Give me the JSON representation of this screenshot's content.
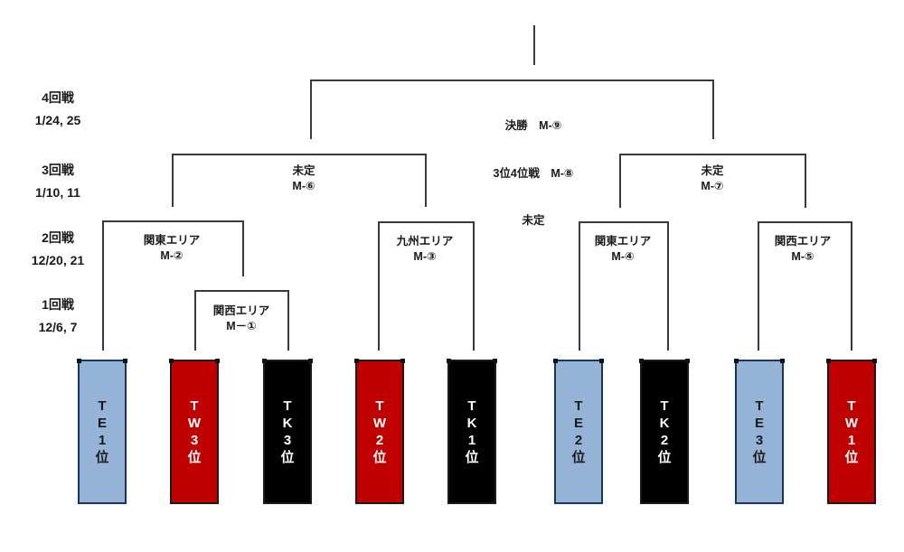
{
  "rounds": [
    {
      "name": "4回戦",
      "dates": "1/24, 25"
    },
    {
      "name": "3回戦",
      "dates": "1/10, 11"
    },
    {
      "name": "2回戦",
      "dates": "12/20, 21"
    },
    {
      "name": "1回戦",
      "dates": "12/6, 7"
    }
  ],
  "final": {
    "line1": "決勝　M-⑨",
    "line2": "3位4位戦　M-⑧",
    "line3": "未定"
  },
  "matches": [
    {
      "id": "m1",
      "area": "関西エリア",
      "code": "M－①"
    },
    {
      "id": "m2",
      "area": "関東エリア",
      "code": "M-②"
    },
    {
      "id": "m3",
      "area": "九州エリア",
      "code": "M-③"
    },
    {
      "id": "m4",
      "area": "関東エリア",
      "code": "M-④"
    },
    {
      "id": "m5",
      "area": "関西エリア",
      "code": "M-⑤"
    },
    {
      "id": "m6",
      "area": "未定",
      "code": "M-⑥"
    },
    {
      "id": "m7",
      "area": "未定",
      "code": "M-⑦"
    }
  ],
  "teams": [
    {
      "label": "TE1位",
      "fill": "#95B3D7",
      "text_color": "#1a1a1a",
      "border": "#17375E"
    },
    {
      "label": "TW3位",
      "fill": "#C00000",
      "text_color": "#ffffff",
      "border": "#1a1a1a"
    },
    {
      "label": "TK3位",
      "fill": "#000000",
      "text_color": "#ffffff",
      "border": "#1a1a1a"
    },
    {
      "label": "TW2位",
      "fill": "#C00000",
      "text_color": "#ffffff",
      "border": "#1a1a1a"
    },
    {
      "label": "TK1位",
      "fill": "#000000",
      "text_color": "#ffffff",
      "border": "#1a1a1a"
    },
    {
      "label": "TE2位",
      "fill": "#95B3D7",
      "text_color": "#1a1a1a",
      "border": "#17375E"
    },
    {
      "label": "TK2位",
      "fill": "#000000",
      "text_color": "#ffffff",
      "border": "#1a1a1a"
    },
    {
      "label": "TE3位",
      "fill": "#95B3D7",
      "text_color": "#1a1a1a",
      "border": "#17375E"
    },
    {
      "label": "TW1位",
      "fill": "#C00000",
      "text_color": "#ffffff",
      "border": "#1a1a1a"
    }
  ],
  "colors": {
    "line": "#3a3a3a",
    "background": "#ffffff",
    "team_blue": "#95B3D7",
    "team_red": "#C00000",
    "team_black": "#000000"
  }
}
